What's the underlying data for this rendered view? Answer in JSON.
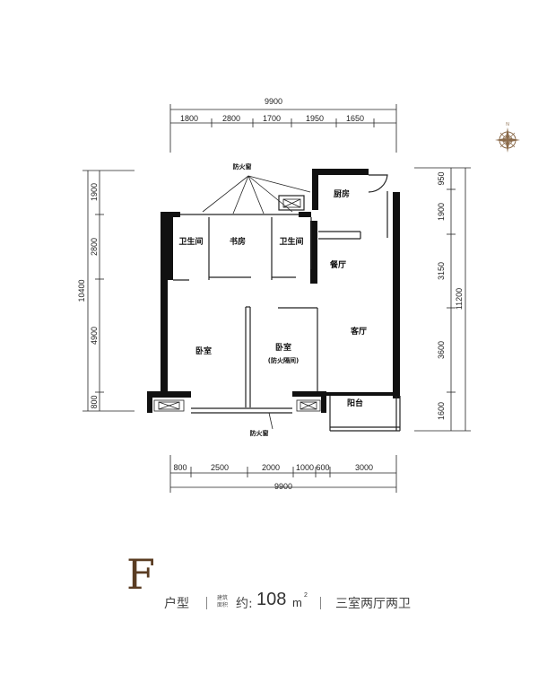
{
  "plan": {
    "top_total": "9900",
    "top_dims": [
      "1800",
      "2800",
      "1700",
      "1950",
      "1650"
    ],
    "bottom_dims": [
      "800",
      "2500",
      "2000",
      "1000",
      "600",
      "3000"
    ],
    "bottom_total": "9900",
    "left_total": "10400",
    "left_dims": [
      "1900",
      "2800",
      "4900",
      "800"
    ],
    "right_total": "11200",
    "right_dims": [
      "950",
      "1900",
      "3150",
      "3600",
      "1600"
    ],
    "rooms": {
      "kitchen": "厨房",
      "bath_left": "卫生间",
      "study": "书房",
      "bath_right": "卫生间",
      "dining": "餐厅",
      "living": "客厅",
      "bedroom_left": "卧室",
      "bedroom_right": "卧室",
      "bedroom_right_note": "(防火隔间)",
      "balcony": "阳台"
    },
    "fire_window_top": "防火窗",
    "fire_window_bottom": "防火窗"
  },
  "caption": {
    "letter": "F",
    "type_label": "户型",
    "area_tag_line1": "建筑",
    "area_tag_line2": "面积",
    "approx": "约:",
    "area": "108",
    "unit": "m",
    "unit_sup": "2",
    "rooms": "三室两厅两卫"
  },
  "colors": {
    "accent": "#5a3c22",
    "wall": "#111111"
  },
  "icons": [
    "compass-rose-icon"
  ]
}
